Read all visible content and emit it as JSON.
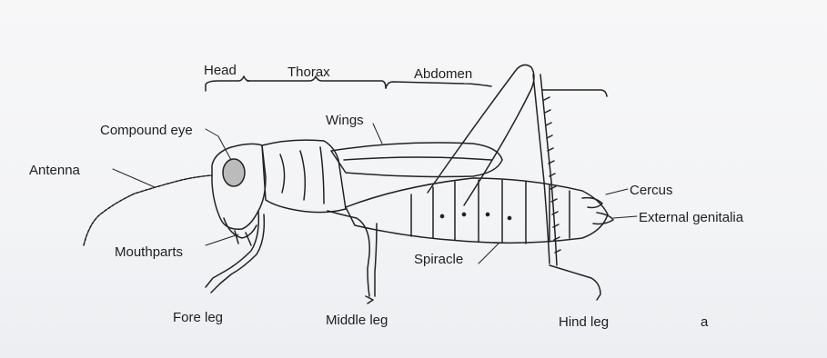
{
  "labels": {
    "head": "Head",
    "thorax": "Thorax",
    "abdomen": "Abdomen",
    "wings": "Wings",
    "compound_eye": "Compound eye",
    "antenna": "Antenna",
    "mouthparts": "Mouthparts",
    "spiracle": "Spiracle",
    "cercus": "Cercus",
    "external_genitalia": "External genitalia",
    "fore_leg": "Fore leg",
    "middle_leg": "Middle leg",
    "hind_leg": "Hind leg",
    "panel": "a"
  }
}
